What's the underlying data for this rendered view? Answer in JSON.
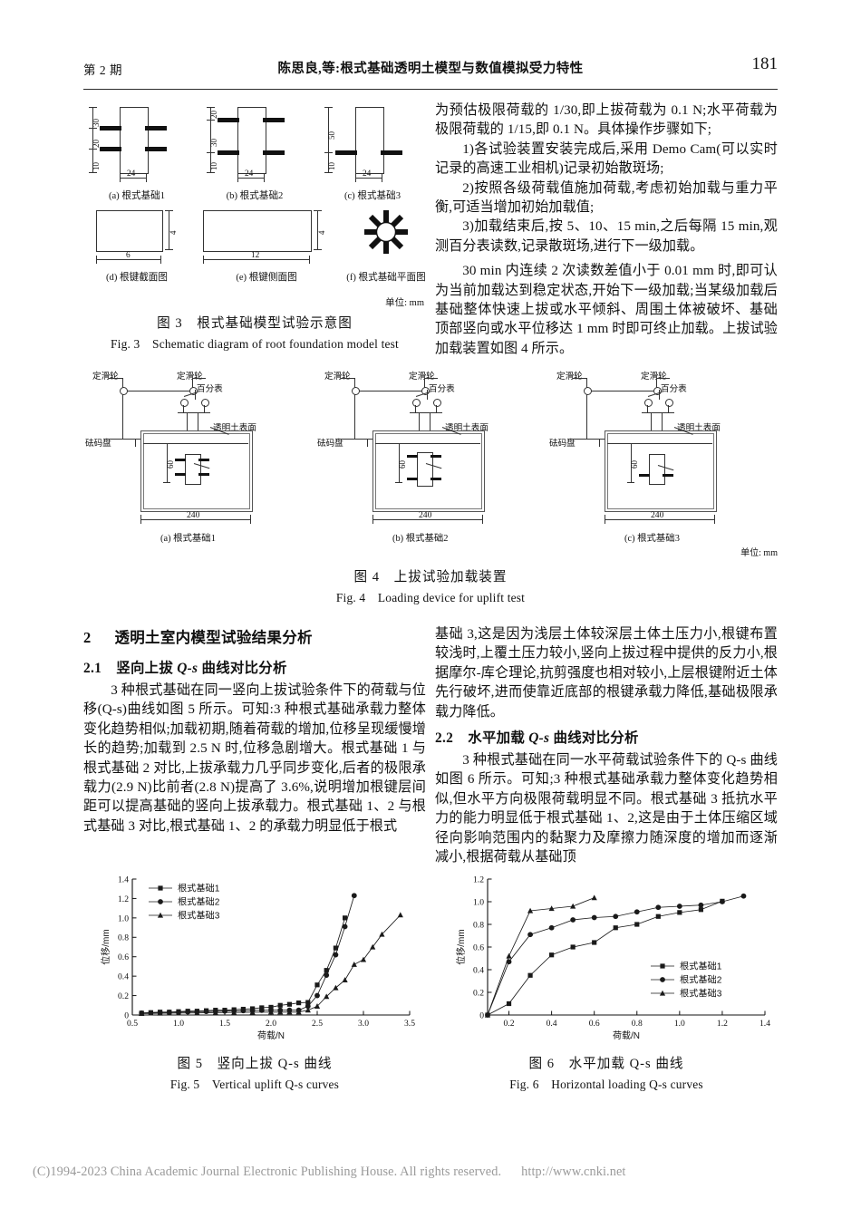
{
  "header": {
    "issue": "第 2 期",
    "title": "陈思良,等:根式基础透明土模型与数值模拟受力特性",
    "page_number": "181"
  },
  "fig3": {
    "subfigures": [
      {
        "key": "a",
        "label": "(a) 根式基础1",
        "dims_v": [
          "30",
          "20",
          "10"
        ],
        "dim_w": "24"
      },
      {
        "key": "b",
        "label": "(b) 根式基础2",
        "dims_v": [
          "20",
          "30",
          "10"
        ],
        "dim_w": "24"
      },
      {
        "key": "c",
        "label": "(c) 根式基础3",
        "dims_v": [
          "50",
          "10"
        ],
        "dim_w": "24"
      },
      {
        "key": "d",
        "label": "(d) 根键截面图",
        "dim_w": "6",
        "dim_h": "4"
      },
      {
        "key": "e",
        "label": "(e) 根键侧面图",
        "dim_w": "12",
        "dim_h": "4"
      },
      {
        "key": "f",
        "label": "(f) 根式基础平面图"
      }
    ],
    "unit": "单位: mm",
    "caption_cn": "图 3　根式基础模型试验示意图",
    "caption_en": "Fig. 3　Schematic diagram of root foundation model test"
  },
  "fig4": {
    "panels": [
      {
        "label": "(a) 根式基础1",
        "foundation_label": "根式基础1"
      },
      {
        "label": "(b) 根式基础2",
        "foundation_label": "根式基础2"
      },
      {
        "label": "(c) 根式基础3",
        "foundation_label": "根式基础3"
      }
    ],
    "labels": {
      "pulley_left": "定滑轮",
      "pulley_right": "定滑轮",
      "dial_gauge": "百分表",
      "soil_surface": "透明土表面",
      "weight_tray": "砝码盘",
      "depth": "60",
      "width": "240"
    },
    "unit": "单位: mm",
    "caption_cn": "图 4　上拔试验加载装置",
    "caption_en": "Fig. 4　Loading device for uplift test"
  },
  "right_col_top": {
    "p1": "为预估极限荷载的 1/30,即上拔荷载为 0.1 N;水平荷载为极限荷载的 1/15,即 0.1 N。具体操作步骤如下;",
    "p2": "1)各试验装置安装完成后,采用 Demo Cam(可以实时记录的高速工业相机)记录初始散斑场;",
    "p3": "2)按照各级荷载值施加荷载,考虑初始加载与重力平衡,可适当增加初始加载值;",
    "p4": "3)加载结束后,按 5、10、15 min,之后每隔 15 min,观测百分表读数,记录散斑场,进行下一级加载。",
    "p5": "30 min 内连续 2 次读数差值小于 0.01 mm 时,即可认为当前加载达到稳定状态,开始下一级加载;当某级加载后基础整体快速上拔或水平倾斜、周围土体被破坏、基础顶部竖向或水平位移达 1 mm 时即可终止加载。上拔试验加载装置如图 4 所示。"
  },
  "section2": {
    "number": "2",
    "title": "透明土室内模型试验结果分析",
    "sub1": {
      "number": "2.1",
      "title_pre": "竖向上拔 ",
      "title_it": "Q-s",
      "title_post": " 曲线对比分析",
      "para": "3 种根式基础在同一竖向上拔试验条件下的荷载与位移(Q-s)曲线如图 5 所示。可知:3 种根式基础承载力整体变化趋势相似;加载初期,随着荷载的增加,位移呈现缓慢增长的趋势;加载到 2.5 N 时,位移急剧增大。根式基础 1 与根式基础 2 对比,上拔承载力几乎同步变化,后者的极限承载力(2.9 N)比前者(2.8 N)提高了 3.6%,说明增加根键层间距可以提高基础的竖向上拔承载力。根式基础 1、2 与根式基础 3 对比,根式基础 1、2 的承载力明显低于根式",
      "para_cont": "基础 3,这是因为浅层土体较深层土体土压力小,根键布置较浅时,上覆土压力较小,竖向上拔过程中提供的反力小,根据摩尔-库仑理论,抗剪强度也相对较小,上层根键附近土体先行破坏,进而使靠近底部的根键承载力降低,基础极限承载力降低。"
    },
    "sub2": {
      "number": "2.2",
      "title_pre": "水平加载 ",
      "title_it": "Q-s",
      "title_post": " 曲线对比分析",
      "para": "3 种根式基础在同一水平荷载试验条件下的 Q-s 曲线如图 6 所示。可知;3 种根式基础承载力整体变化趋势相似,但水平方向极限荷载明显不同。根式基础 3 抵抗水平力的能力明显低于根式基础 1、2,这是由于土体压缩区域径向影响范围内的黏聚力及摩擦力随深度的增加而逐渐减小,根据荷载从基础顶"
    }
  },
  "fig5_caption": {
    "cn": "图 5　竖向上拔 Q-s 曲线",
    "en": "Fig. 5　Vertical uplift Q-s curves"
  },
  "fig6_caption": {
    "cn": "图 6　水平加载 Q-s 曲线",
    "en": "Fig. 6　Horizontal loading Q-s curves"
  },
  "footer": {
    "text": "(C)1994-2023 China Academic Journal Electronic Publishing House. All rights reserved.",
    "url": "http://www.cnki.net"
  },
  "chart_data": [
    {
      "id": "fig5",
      "type": "line",
      "title": "图 5　竖向上拔 Q-s 曲线",
      "title_en": "Fig. 5  Vertical uplift Q-s curves",
      "xlabel": "荷载/N",
      "ylabel": "位移/mm",
      "xlim": [
        0.5,
        3.5
      ],
      "ylim": [
        0,
        1.4
      ],
      "xticks": [
        "0.5",
        "1.0",
        "1.5",
        "2.0",
        "2.5",
        "3.0",
        "3.5"
      ],
      "yticks": [
        "0",
        "0.2",
        "0.4",
        "0.6",
        "0.8",
        "1.0",
        "1.2",
        "1.4"
      ],
      "grid": false,
      "legend_position": "top-left",
      "series": [
        {
          "name": "根式基础1",
          "marker": "square",
          "color": "#1a1a1a",
          "points": [
            [
              0.6,
              0.02
            ],
            [
              0.7,
              0.025
            ],
            [
              0.8,
              0.03
            ],
            [
              0.9,
              0.03
            ],
            [
              1.0,
              0.035
            ],
            [
              1.1,
              0.04
            ],
            [
              1.2,
              0.04
            ],
            [
              1.3,
              0.045
            ],
            [
              1.4,
              0.05
            ],
            [
              1.5,
              0.05
            ],
            [
              1.6,
              0.055
            ],
            [
              1.7,
              0.06
            ],
            [
              1.8,
              0.065
            ],
            [
              1.9,
              0.075
            ],
            [
              2.0,
              0.08
            ],
            [
              2.1,
              0.1
            ],
            [
              2.2,
              0.11
            ],
            [
              2.3,
              0.125
            ],
            [
              2.4,
              0.13
            ],
            [
              2.5,
              0.31
            ],
            [
              2.6,
              0.46
            ],
            [
              2.7,
              0.69
            ],
            [
              2.8,
              1.0
            ]
          ]
        },
        {
          "name": "根式基础2",
          "marker": "circle",
          "color": "#1a1a1a",
          "points": [
            [
              0.6,
              0.02
            ],
            [
              0.7,
              0.022
            ],
            [
              0.8,
              0.025
            ],
            [
              0.9,
              0.028
            ],
            [
              1.0,
              0.03
            ],
            [
              1.1,
              0.032
            ],
            [
              1.2,
              0.035
            ],
            [
              1.3,
              0.036
            ],
            [
              1.4,
              0.038
            ],
            [
              1.5,
              0.04
            ],
            [
              1.6,
              0.042
            ],
            [
              1.7,
              0.044
            ],
            [
              1.8,
              0.046
            ],
            [
              1.9,
              0.048
            ],
            [
              2.0,
              0.05
            ],
            [
              2.1,
              0.05
            ],
            [
              2.2,
              0.05
            ],
            [
              2.3,
              0.05
            ],
            [
              2.4,
              0.09
            ],
            [
              2.5,
              0.2
            ],
            [
              2.6,
              0.41
            ],
            [
              2.7,
              0.62
            ],
            [
              2.8,
              0.91
            ],
            [
              2.9,
              1.23
            ]
          ]
        },
        {
          "name": "根式基础3",
          "marker": "triangle",
          "color": "#1a1a1a",
          "points": [
            [
              0.6,
              0.015
            ],
            [
              0.8,
              0.018
            ],
            [
              1.0,
              0.02
            ],
            [
              1.2,
              0.022
            ],
            [
              1.4,
              0.025
            ],
            [
              1.6,
              0.026
            ],
            [
              1.8,
              0.028
            ],
            [
              2.0,
              0.03
            ],
            [
              2.1,
              0.03
            ],
            [
              2.2,
              0.03
            ],
            [
              2.3,
              0.03
            ],
            [
              2.4,
              0.05
            ],
            [
              2.5,
              0.09
            ],
            [
              2.6,
              0.19
            ],
            [
              2.7,
              0.28
            ],
            [
              2.8,
              0.36
            ],
            [
              2.9,
              0.52
            ],
            [
              3.0,
              0.57
            ],
            [
              3.1,
              0.7
            ],
            [
              3.2,
              0.83
            ],
            [
              3.4,
              1.03
            ]
          ]
        }
      ]
    },
    {
      "id": "fig6",
      "type": "line",
      "title": "图 6　水平加载 Q-s 曲线",
      "title_en": "Fig. 6  Horizontal loading Q-s curves",
      "xlabel": "荷载/N",
      "ylabel": "位移/mm",
      "xlim": [
        0.1,
        1.4
      ],
      "ylim": [
        0,
        1.2
      ],
      "xticks": [
        "0.2",
        "0.4",
        "0.6",
        "0.8",
        "1.0",
        "1.2",
        "1.4"
      ],
      "yticks": [
        "0",
        "0.2",
        "0.4",
        "0.6",
        "0.8",
        "1.0",
        "1.2"
      ],
      "grid": false,
      "legend_position": "bottom-right",
      "series": [
        {
          "name": "根式基础1",
          "marker": "square",
          "color": "#1a1a1a",
          "points": [
            [
              0.1,
              0.0
            ],
            [
              0.2,
              0.1
            ],
            [
              0.3,
              0.35
            ],
            [
              0.4,
              0.53
            ],
            [
              0.5,
              0.6
            ],
            [
              0.6,
              0.64
            ],
            [
              0.7,
              0.77
            ],
            [
              0.8,
              0.8
            ],
            [
              0.9,
              0.87
            ],
            [
              1.0,
              0.905
            ],
            [
              1.1,
              0.93
            ],
            [
              1.2,
              1.005
            ]
          ]
        },
        {
          "name": "根式基础2",
          "marker": "circle",
          "color": "#1a1a1a",
          "points": [
            [
              0.1,
              0.0
            ],
            [
              0.2,
              0.47
            ],
            [
              0.3,
              0.71
            ],
            [
              0.4,
              0.77
            ],
            [
              0.5,
              0.84
            ],
            [
              0.6,
              0.86
            ],
            [
              0.7,
              0.87
            ],
            [
              0.8,
              0.91
            ],
            [
              0.9,
              0.95
            ],
            [
              1.0,
              0.96
            ],
            [
              1.1,
              0.97
            ],
            [
              1.2,
              1.0
            ],
            [
              1.3,
              1.05
            ]
          ]
        },
        {
          "name": "根式基础3",
          "marker": "triangle",
          "color": "#1a1a1a",
          "points": [
            [
              0.1,
              0.0
            ],
            [
              0.2,
              0.52
            ],
            [
              0.3,
              0.92
            ],
            [
              0.4,
              0.94
            ],
            [
              0.5,
              0.96
            ],
            [
              0.6,
              1.035
            ]
          ]
        }
      ]
    }
  ]
}
